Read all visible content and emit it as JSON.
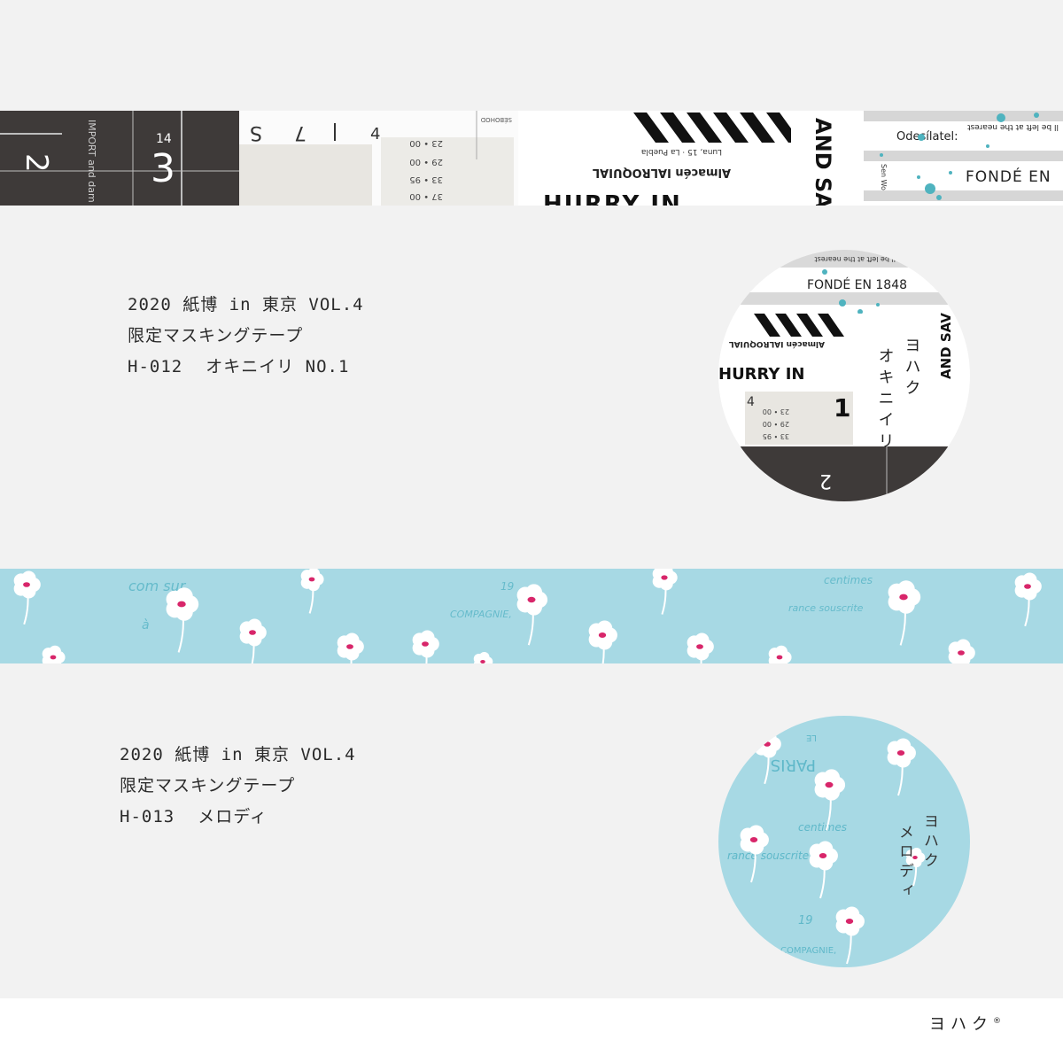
{
  "product1": {
    "line1": "2020 紙博 in 東京 VOL.4",
    "line2": "限定マスキングテープ",
    "code": "H-012",
    "name": "オキニイリ NO.1",
    "label_brand": "ヨハク",
    "label_name": "オキニイリ",
    "tape_texts": {
      "hurry": "HURRY IN",
      "almacen": "Almacén IALROQUIAL",
      "andsav": "AND SAV",
      "fonde": "FONDÉ EN",
      "fonde_full": "FONDÉ EN 1848",
      "odes": "Odesílatel:",
      "nearest": "ll be left at the nearest",
      "luna": "Luna, 15 · La Puebla",
      "num_big": "3",
      "num_small": "2",
      "num_14": "14",
      "num_four": "4",
      "circle_one": "1",
      "rows": [
        "23 • 00",
        "29 • 00",
        "33 • 95",
        "37 • 00"
      ]
    }
  },
  "product2": {
    "line1": "2020 紙博 in 東京 VOL.4",
    "line2": "限定マスキングテープ",
    "code": "H-013",
    "name": "メロディ",
    "label_brand": "ヨハク",
    "label_name": "メロディ",
    "tape_texts": {
      "compagnie": "COMPAGNIE,",
      "centimes": "centimes",
      "assurance": "rance souscrite",
      "num19": "19",
      "paris": "PARIS",
      "le": "LE"
    }
  },
  "brand": {
    "logo": "ヨハク",
    "mark": "®"
  },
  "colors": {
    "background": "#f2f2f2",
    "dark": "#3e3a39",
    "sky": "#a7d9e4",
    "teal": "#4fb3bf",
    "pink": "#d8266a"
  }
}
